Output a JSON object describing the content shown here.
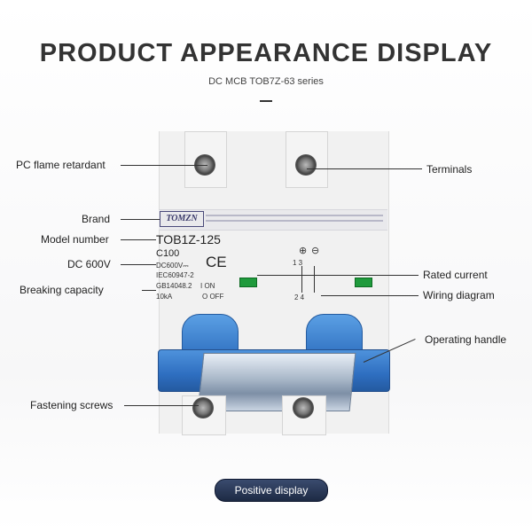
{
  "header": {
    "title": "PRODUCT APPEARANCE DISPLAY",
    "subtitle": "DC MCB TOB7Z-63 series"
  },
  "labels": {
    "pc_flame": "PC flame retardant",
    "terminals": "Terminals",
    "brand": "Brand",
    "model_number": "Model number",
    "dc_600v": "DC 600V",
    "rated_current": "Rated current",
    "breaking_capacity": "Breaking capacity",
    "wiring_diagram": "Wiring diagram",
    "operating_handle": "Operating handle",
    "fastening_screws": "Fastening screws"
  },
  "breaker": {
    "brand": "TOMZN",
    "model": "TOB1Z-125",
    "rating": "C100",
    "ce": "CE",
    "dc_voltage": "DC600V⎓",
    "standard_iec": "IEC60947-2",
    "standard_gb": "GB14048.2",
    "capacity": "10kA",
    "on_label": "I  ON",
    "off_label": "O OFF",
    "terminal_top": "1   3",
    "terminal_bottom": "2   4",
    "plus": "⊕",
    "minus": "⊖"
  },
  "footer": {
    "button_label": "Positive display"
  }
}
